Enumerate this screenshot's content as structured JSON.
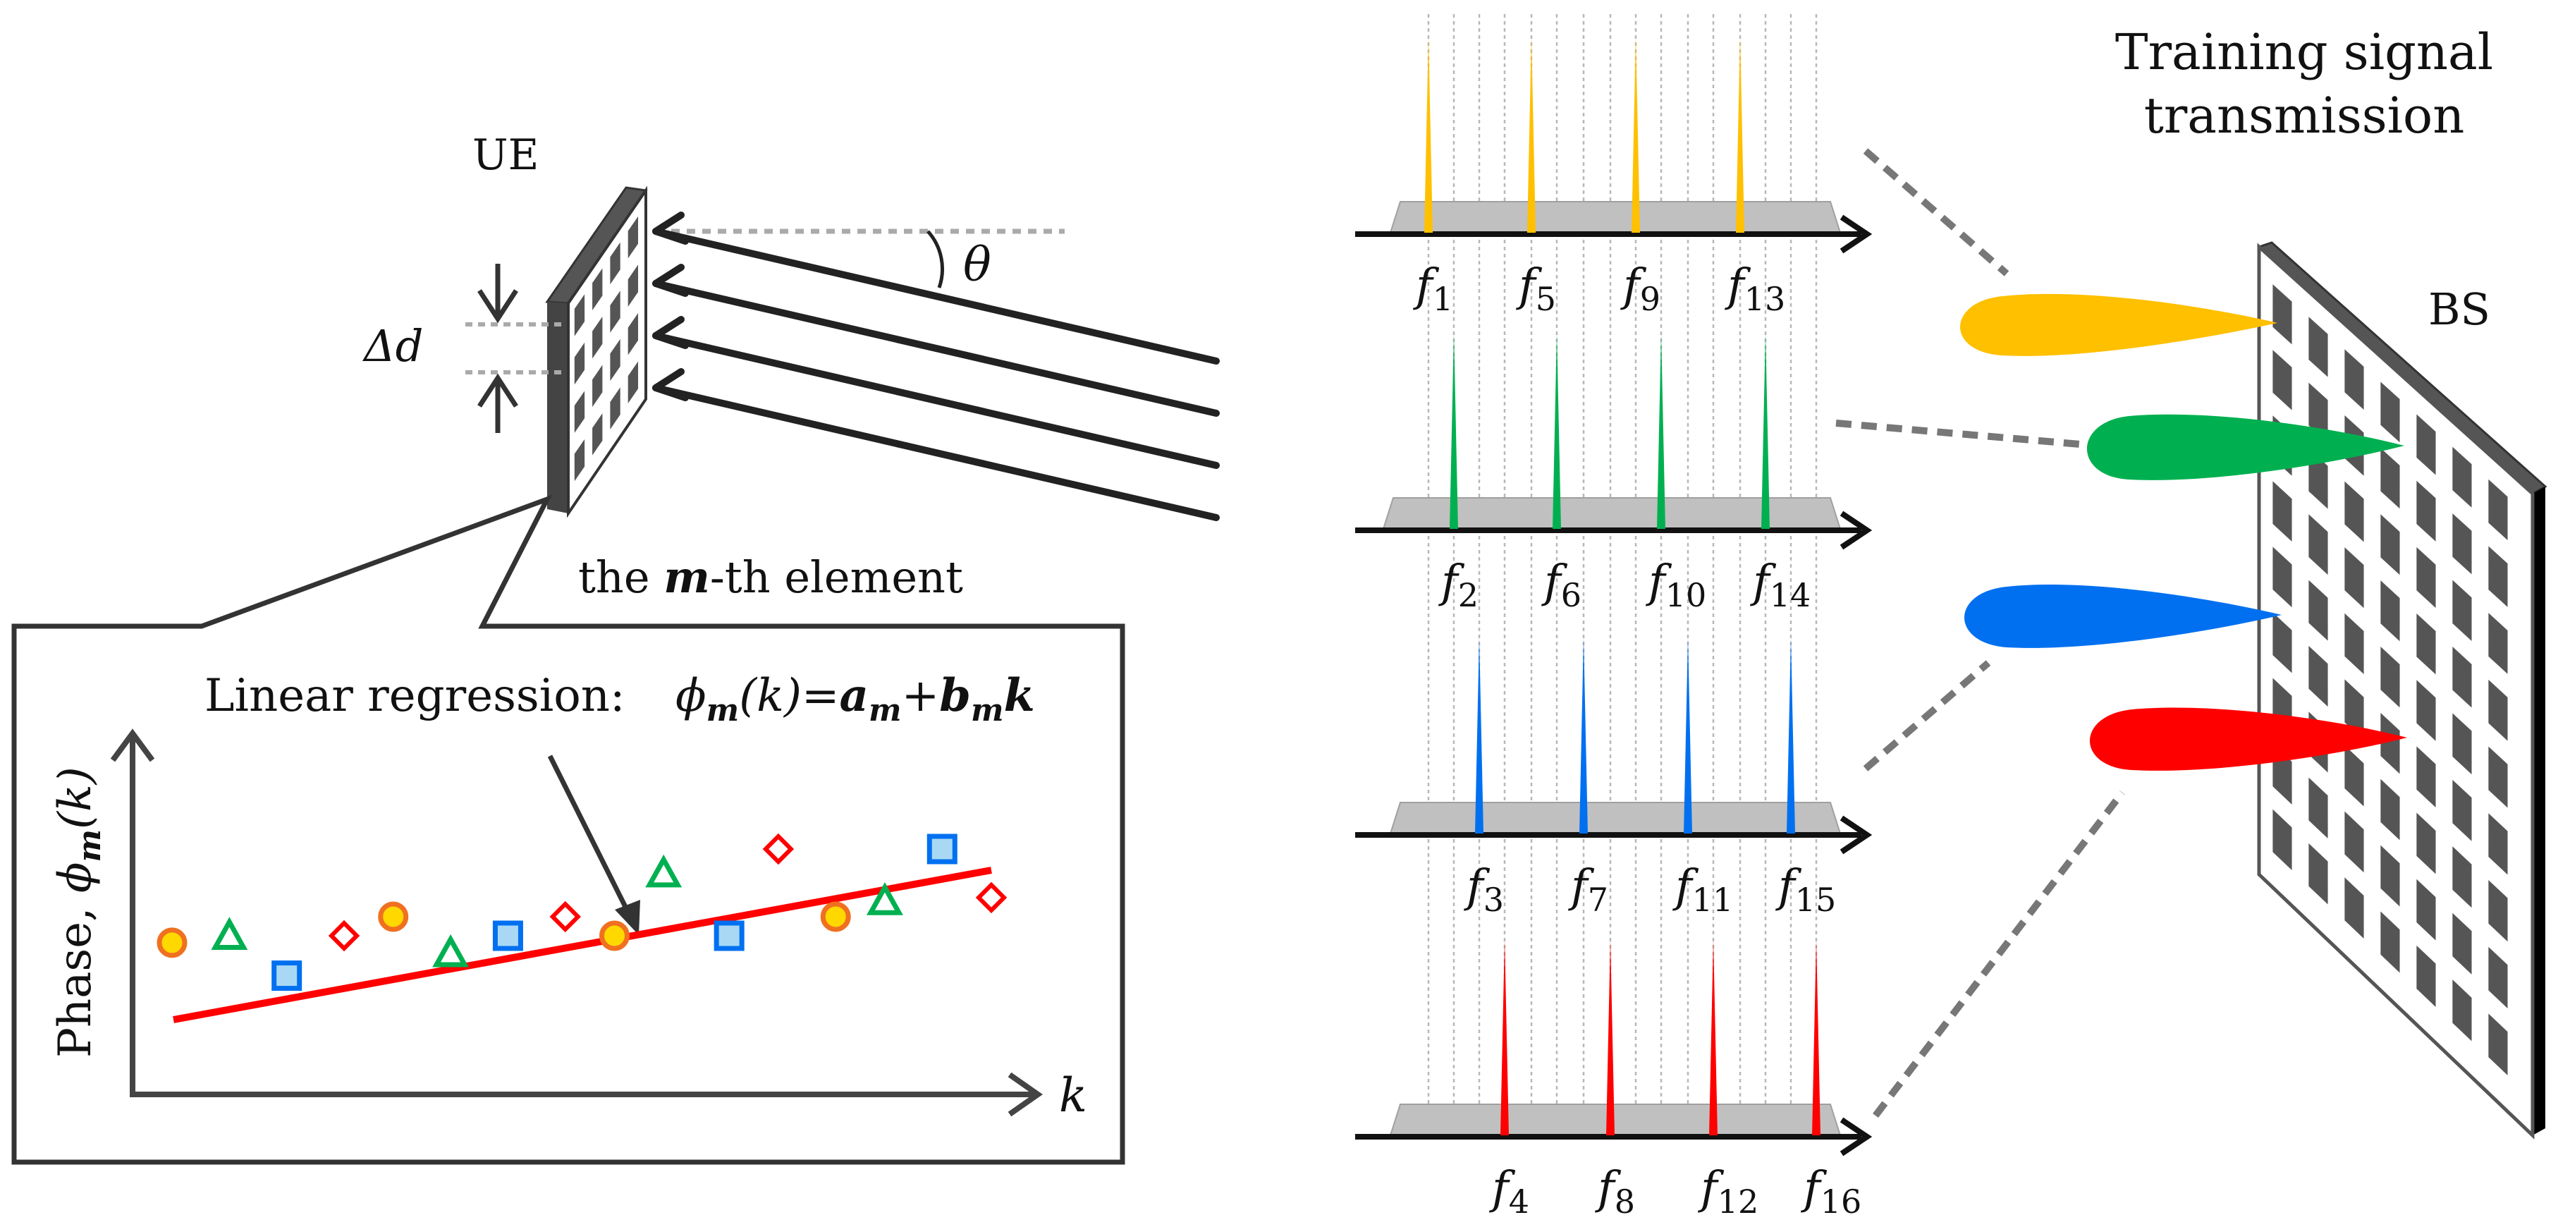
{
  "labels": {
    "ue": "UE",
    "bs": "BS",
    "training_line1": "Training signal",
    "training_line2": "transmission",
    "delta_d": "Δd",
    "theta": "θ",
    "element_pre": "the ",
    "element_m": "m",
    "element_post": "-th element",
    "regression_label": "Linear regression:",
    "phi": "ϕ",
    "eq_sub_m": "m",
    "eq_k": "(k)=",
    "eq_a": "a",
    "eq_plus": "+",
    "eq_b": "b",
    "eq_tail": "k",
    "y_axis_pre": "Phase, ",
    "y_axis_k": "(k)",
    "x_axis": "k"
  },
  "colors": {
    "yellow": "#ffc000",
    "green": "#00b050",
    "blue": "#0070f0",
    "red": "#ff0000",
    "regression_line": "#ff0000",
    "marker_square_fill": "#a9d8f5",
    "marker_square_stroke": "#0070f0",
    "marker_circle_fill": "#ffd800",
    "marker_circle_stroke": "#f07020"
  },
  "rows": [
    {
      "color": "yellow",
      "subs": [
        "1",
        "5",
        "9",
        "13"
      ]
    },
    {
      "color": "green",
      "subs": [
        "2",
        "6",
        "10",
        "14"
      ]
    },
    {
      "color": "blue",
      "subs": [
        "3",
        "7",
        "11",
        "15"
      ]
    },
    {
      "color": "red",
      "subs": [
        "4",
        "8",
        "12",
        "16"
      ]
    }
  ],
  "freq_letter": "f",
  "markers": [
    {
      "shape": "circle",
      "k": 0.0,
      "phase": 0.46
    },
    {
      "shape": "triangle",
      "k": 0.07,
      "phase": 0.49
    },
    {
      "shape": "square",
      "k": 0.14,
      "phase": 0.27
    },
    {
      "shape": "diamond",
      "k": 0.21,
      "phase": 0.5
    },
    {
      "shape": "circle",
      "k": 0.27,
      "phase": 0.61
    },
    {
      "shape": "triangle",
      "k": 0.34,
      "phase": 0.39
    },
    {
      "shape": "square",
      "k": 0.41,
      "phase": 0.5
    },
    {
      "shape": "diamond",
      "k": 0.48,
      "phase": 0.61
    },
    {
      "shape": "circle",
      "k": 0.54,
      "phase": 0.5
    },
    {
      "shape": "triangle",
      "k": 0.6,
      "phase": 0.85
    },
    {
      "shape": "square",
      "k": 0.68,
      "phase": 0.5
    },
    {
      "shape": "diamond",
      "k": 0.74,
      "phase": 1.0
    },
    {
      "shape": "circle",
      "k": 0.81,
      "phase": 0.61
    },
    {
      "shape": "triangle",
      "k": 0.87,
      "phase": 0.69
    },
    {
      "shape": "square",
      "k": 0.94,
      "phase": 1.0
    },
    {
      "shape": "diamond",
      "k": 1.0,
      "phase": 0.72
    }
  ]
}
